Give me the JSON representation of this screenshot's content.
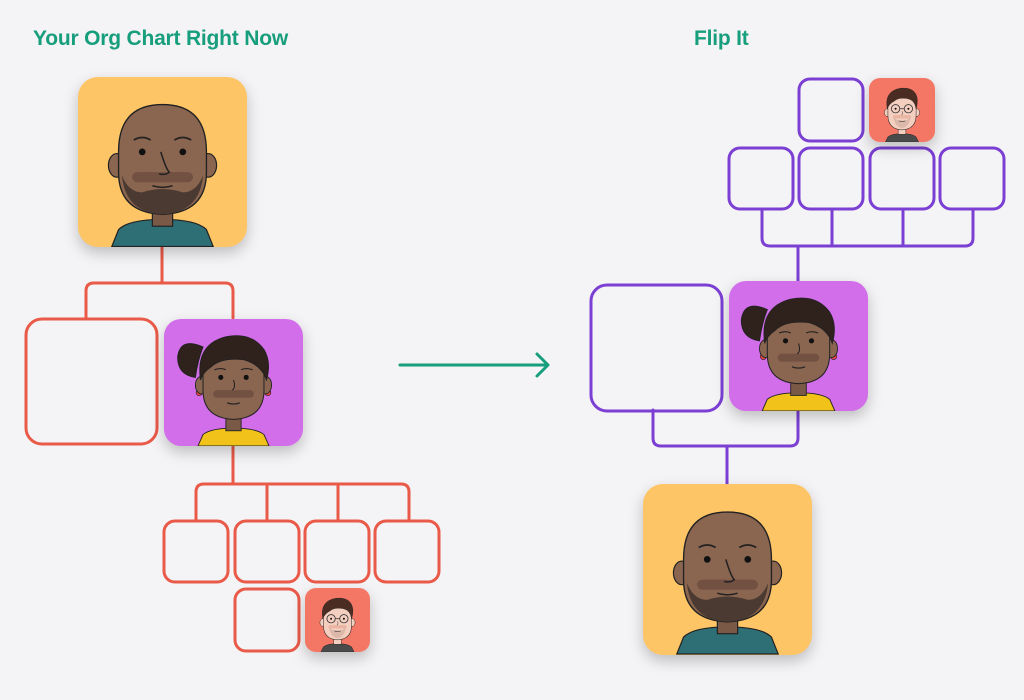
{
  "left_panel": {
    "title": "Your Org Chart Right Now"
  },
  "right_panel": {
    "title": "Flip It"
  },
  "colors": {
    "title": "#179e7c",
    "arrow": "#179e7c",
    "left_chart_line": "#e95a48",
    "right_chart_line": "#7b3fd4",
    "executive_bg": "#fec566",
    "manager_bg": "#d26ee9",
    "employee_bg": "#f47664",
    "background": "#f4f3f5"
  },
  "people": {
    "executive": {
      "icon": "bald-bearded-man-avatar-icon"
    },
    "manager": {
      "icon": "woman-ponytail-avatar-icon"
    },
    "employee": {
      "icon": "man-glasses-avatar-icon"
    }
  },
  "orientation": {
    "left": "executive at top, employees at bottom",
    "right": "employees at top, executive at bottom"
  }
}
